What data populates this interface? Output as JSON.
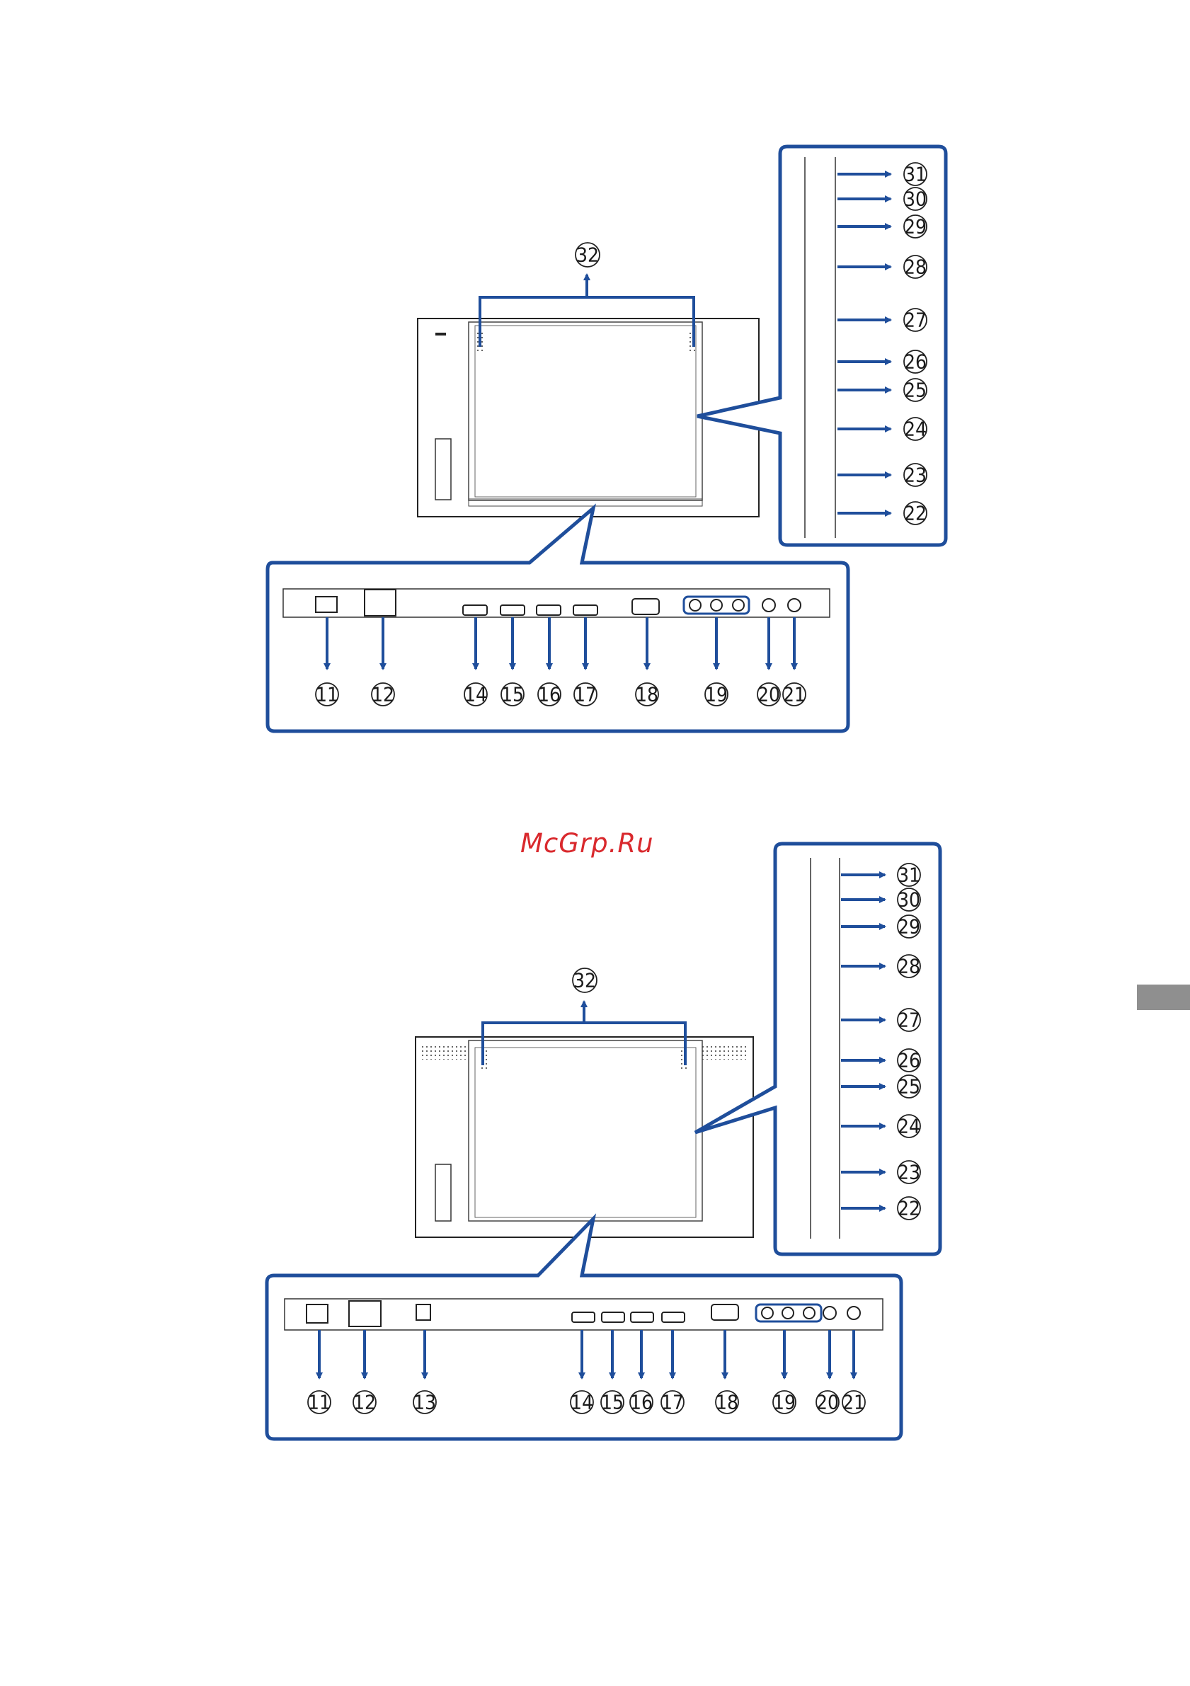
{
  "watermark": "McGrp.Ru",
  "colors": {
    "callout_blue": "#1f4e9b",
    "panel_line": "#222222",
    "side_tab": "#8f8f8f"
  },
  "diagrams": [
    {
      "callouts": {
        "top": "32",
        "bottom": [
          "11",
          "12",
          "14",
          "15",
          "16",
          "17",
          "18",
          "19",
          "20",
          "21"
        ],
        "side": [
          "31",
          "30",
          "29",
          "28",
          "27",
          "26",
          "25",
          "24",
          "23",
          "22"
        ]
      }
    },
    {
      "callouts": {
        "top": "32",
        "bottom": [
          "11",
          "12",
          "13",
          "14",
          "15",
          "16",
          "17",
          "18",
          "19",
          "20",
          "21"
        ],
        "side": [
          "31",
          "30",
          "29",
          "28",
          "27",
          "26",
          "25",
          "24",
          "23",
          "22"
        ]
      }
    }
  ]
}
